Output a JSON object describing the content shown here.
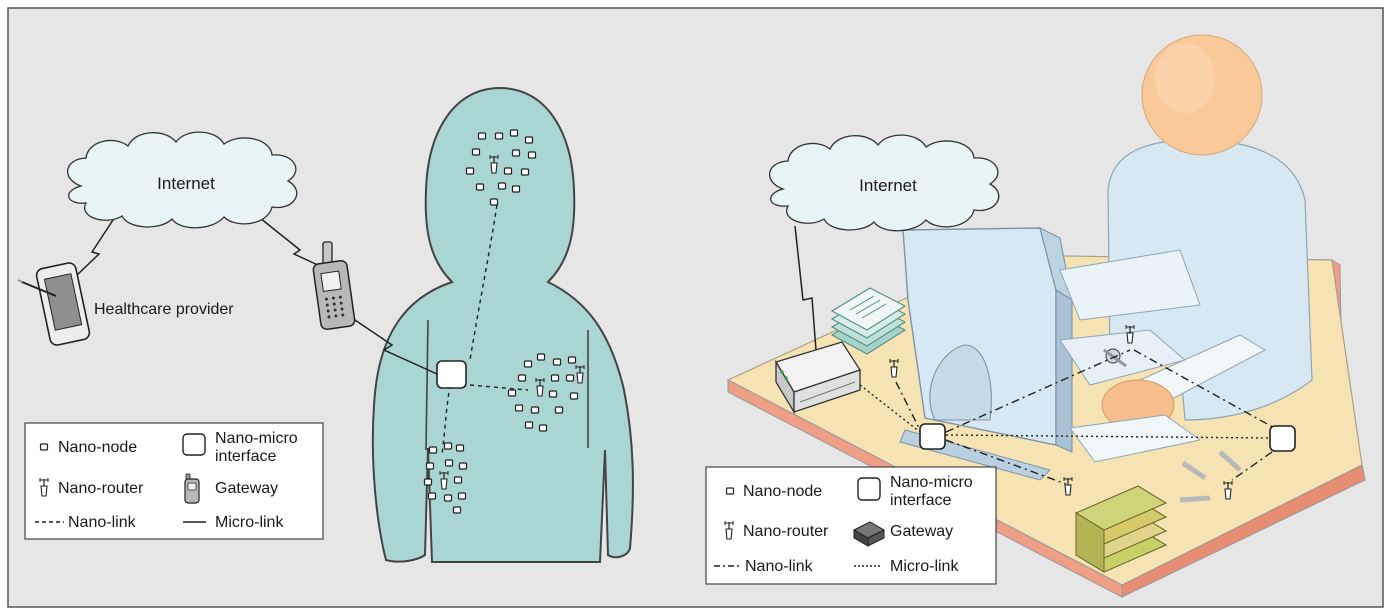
{
  "left_panel": {
    "cloud_label": "Internet",
    "provider_label": "Healthcare provider",
    "legend": {
      "nano_node": "Nano-node",
      "interface_line1": "Nano-micro",
      "interface_line2": "interface",
      "nano_router": "Nano-router",
      "gateway": "Gateway",
      "nano_link": "Nano-link",
      "micro_link": "Micro-link"
    }
  },
  "right_panel": {
    "cloud_label": "Internet",
    "legend": {
      "nano_node": "Nano-node",
      "interface_line1": "Nano-micro",
      "interface_line2": "interface",
      "nano_router": "Nano-router",
      "gateway": "Gateway",
      "nano_link": "Nano-link",
      "micro_link": "Micro-link"
    }
  },
  "colors": {
    "background": "#e6e6e6",
    "body_fill": "#a9d5d2",
    "cloud_fill": "#e9f4f7",
    "skin": "#f9c99a",
    "desk": "#f6e3b3",
    "desk_side": "#ee9f86",
    "monitor": "#d6e8f3"
  }
}
